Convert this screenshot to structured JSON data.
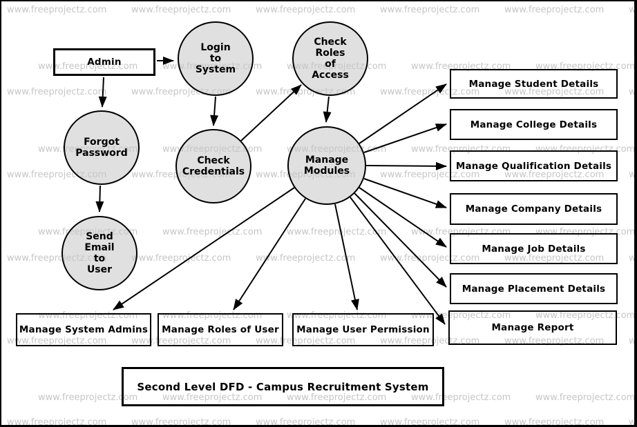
{
  "watermark": {
    "text": "www.freeprojectz.com"
  },
  "title_box": {
    "label": "Second Level DFD - Campus Recruitment System"
  },
  "nodes": {
    "admin": {
      "label": "Admin",
      "type": "external-entity"
    },
    "login": {
      "label": "Login\nto\nSystem",
      "type": "process"
    },
    "check_roles": {
      "label": "Check\nRoles\nof\nAccess",
      "type": "process"
    },
    "forgot_password": {
      "label": "Forgot\nPassword",
      "type": "process"
    },
    "check_credentials": {
      "label": "Check\nCredentials",
      "type": "process"
    },
    "manage_modules": {
      "label": "Manage\nModules",
      "type": "process"
    },
    "send_email": {
      "label": "Send\nEmail\nto\nUser",
      "type": "process"
    },
    "student": {
      "label": "Manage Student Details",
      "type": "data-store"
    },
    "college": {
      "label": "Manage College Details",
      "type": "data-store"
    },
    "qualification": {
      "label": "Manage Qualification Details",
      "type": "data-store"
    },
    "company": {
      "label": "Manage Company Details",
      "type": "data-store"
    },
    "job": {
      "label": "Manage Job Details",
      "type": "data-store"
    },
    "placement": {
      "label": "Manage Placement Details",
      "type": "data-store"
    },
    "report": {
      "label": "Manage Report",
      "type": "data-store"
    },
    "system_admins": {
      "label": "Manage System Admins",
      "type": "data-store"
    },
    "roles_of_user": {
      "label": "Manage Roles of User",
      "type": "data-store"
    },
    "user_permission": {
      "label": "Manage User Permission",
      "type": "data-store"
    }
  },
  "edges": [
    {
      "from": "admin",
      "to": "login"
    },
    {
      "from": "admin",
      "to": "forgot_password"
    },
    {
      "from": "login",
      "to": "check_credentials"
    },
    {
      "from": "check_credentials",
      "to": "check_roles"
    },
    {
      "from": "check_roles",
      "to": "manage_modules"
    },
    {
      "from": "forgot_password",
      "to": "send_email"
    },
    {
      "from": "manage_modules",
      "to": "student"
    },
    {
      "from": "manage_modules",
      "to": "college"
    },
    {
      "from": "manage_modules",
      "to": "qualification"
    },
    {
      "from": "manage_modules",
      "to": "company"
    },
    {
      "from": "manage_modules",
      "to": "job"
    },
    {
      "from": "manage_modules",
      "to": "placement"
    },
    {
      "from": "manage_modules",
      "to": "report"
    },
    {
      "from": "manage_modules",
      "to": "user_permission"
    },
    {
      "from": "manage_modules",
      "to": "roles_of_user"
    },
    {
      "from": "manage_modules",
      "to": "system_admins"
    }
  ],
  "colors": {
    "background": "#ffffff",
    "process_fill": "#e0e0e0",
    "stroke": "#000000",
    "text": "#000000",
    "watermark": "#c6c6c6"
  }
}
